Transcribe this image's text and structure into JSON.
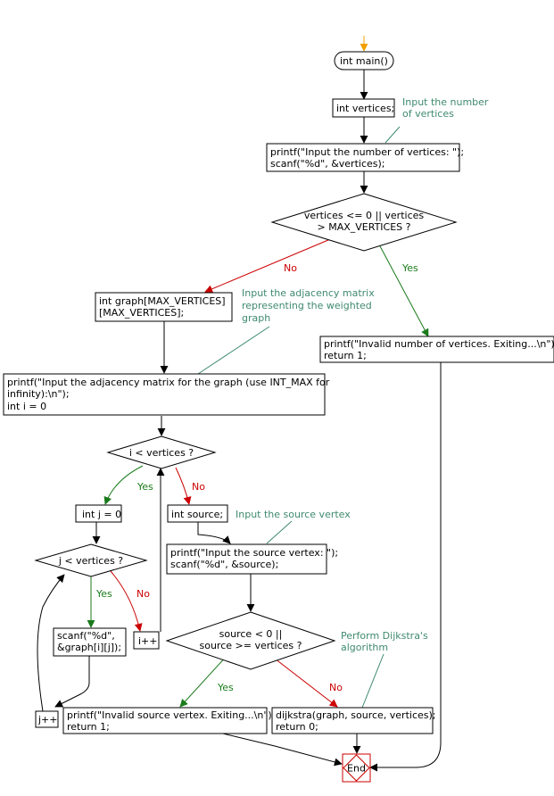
{
  "start": {
    "label": "int main()"
  },
  "nodes": {
    "decl_vertices": "int vertices;",
    "input_vertices": [
      "printf(\"Input the number of vertices: \");",
      "scanf(\"%d\", &vertices);"
    ],
    "check_vertices": [
      "vertices <= 0 || vertices",
      "> MAX_VERTICES ?"
    ],
    "decl_graph": [
      "int graph[MAX_VERTICES]",
      "[MAX_VERTICES];"
    ],
    "invalid_vertices": [
      "printf(\"Invalid number of vertices. Exiting...\\n\");",
      "return 1;"
    ],
    "prompt_matrix": [
      "printf(\"Input the adjacency matrix for the graph (use INT_MAX for",
      "infinity):\\n\");",
      "int i = 0"
    ],
    "loop_i": "i < vertices ?",
    "init_j": "int j = 0",
    "loop_j": "j < vertices ?",
    "scan_cell": [
      "scanf(\"%d\",",
      "&graph[i][j]);"
    ],
    "inc_i": "i++",
    "inc_j": "j++",
    "decl_source": "int source;",
    "input_source": [
      "printf(\"Input the source vertex: \");",
      "scanf(\"%d\", &source);"
    ],
    "check_source": [
      "source < 0 ||",
      "source >= vertices ?"
    ],
    "invalid_source": [
      "printf(\"Invalid source vertex. Exiting...\\n\");",
      "return 1;"
    ],
    "call_dijkstra": [
      "dijkstra(graph, source, vertices);",
      "return 0;"
    ],
    "end": "End"
  },
  "notes": {
    "vertices": [
      "Input the number",
      "of vertices"
    ],
    "matrix": [
      "Input the adjacency matrix",
      "representing the weighted",
      "graph"
    ],
    "source": "Input the source vertex",
    "dijkstra": [
      "Perform Dijkstra's",
      "algorithm"
    ]
  },
  "edge_labels": {
    "yes": "Yes",
    "no": "No"
  },
  "colors": {
    "yes": "#1a7a1a",
    "no": "#cc0000",
    "note": "#3f8a6e",
    "start_arrow": "#f0a000",
    "end_border": "#cc0000"
  }
}
